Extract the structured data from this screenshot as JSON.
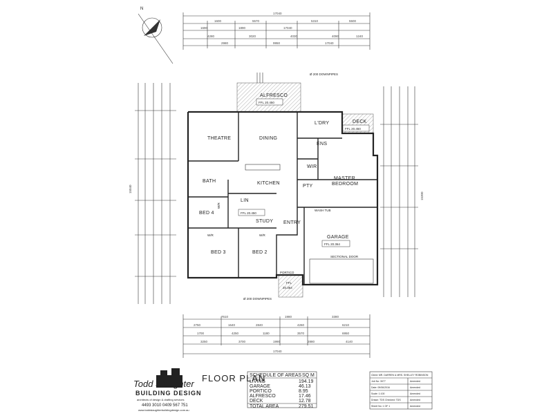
{
  "north": {
    "label": "N"
  },
  "dims": {
    "top_overall": "17040",
    "top_row2": [
      "1600",
      "5570",
      "5310",
      "5500"
    ],
    "top_row3": [
      "1690",
      "1890",
      "17040"
    ],
    "top_row4": [
      "4280",
      "3020",
      "4030",
      "4090",
      "1240"
    ],
    "top_row5": [
      "2980",
      "9950",
      "17040"
    ],
    "bottom_row1": [
      "7610",
      "1980",
      "3380"
    ],
    "bottom_row2": [
      "2750",
      "1640",
      "2840",
      "4260",
      "6210"
    ],
    "bottom_row3": [
      "1700",
      "4250",
      "1180",
      "3570",
      "6950"
    ],
    "bottom_row4": [
      "3250",
      "3700",
      "1990",
      "2880",
      "4140"
    ],
    "bottom_overall": "17040",
    "left_overall": "15040",
    "right_overall": "15300"
  },
  "rooms": {
    "alfresco": "ALFRESCO",
    "alfresco_ffl": "FFL 20.450",
    "theatre": "THEATRE",
    "dining": "DINING",
    "ldry": "L'DRY",
    "deck": "DECK",
    "deck_ffl": "FFL 20.450",
    "ens": "ENS",
    "wir_master": "WIR",
    "master": "MASTER",
    "bedroom": "BEDROOM",
    "bath": "BATH",
    "kitchen": "KITCHEN",
    "pty": "PTY",
    "lin": "LIN",
    "bed4": "BED 4",
    "wr_bed4": "W/R",
    "main_ffl": "FFL 20.450",
    "study": "STUDY",
    "entry": "ENTRY",
    "garage": "GARAGE",
    "garage_ffl": "FFL 20.364",
    "wr_bed3": "W/R",
    "wr_bed2": "W/R",
    "bed3": "BED 3",
    "bed2": "BED 2",
    "portico": "PORTICO",
    "portico_ffl_a": "FFL",
    "portico_ffl_b": "20.364",
    "sectional_door": "SECTIONAL DOOR",
    "wash_tub": "WASH TUB"
  },
  "notes": {
    "downpipe_top": "Ø 200 DOWNPIPES",
    "downpipe_bottom": "Ø 200 DOWNPIPES"
  },
  "logo": {
    "name_top": "Todd Slaughter",
    "name_bottom": "BUILDING DESIGN",
    "tagline": "architects of design & drafting services",
    "phone": "4493 3010   0409 567 751",
    "web": "www.toddslaughterbuildingdesign.com.au"
  },
  "floor_plan_title": "FLOOR PLAN",
  "schedule": {
    "title": "SCHEDULE OF AREAS",
    "unit": "SQ M",
    "rows": [
      {
        "label": "LIVING",
        "value": "194.19"
      },
      {
        "label": "GARAGE",
        "value": "46.13"
      },
      {
        "label": "PORTICO",
        "value": "8.95"
      },
      {
        "label": "ALFRESCO",
        "value": "17.46"
      },
      {
        "label": "DECK",
        "value": "12.78"
      }
    ],
    "total_label": "TOTAL AREA",
    "total_value": "279.51"
  },
  "title_block": {
    "rows": [
      "Client: MR. DARREN & MRS. SHELLEY ROBINSON",
      "Job No: 3077",
      "Date: 09/06/2016",
      "Scale: 1:100",
      "Drawn: TDS   Checked: TDS",
      "Sheet No: 1 OF 1"
    ],
    "right_col": [
      "Amended",
      "Amended",
      "Amended",
      "Amended",
      "Amended",
      ""
    ]
  }
}
